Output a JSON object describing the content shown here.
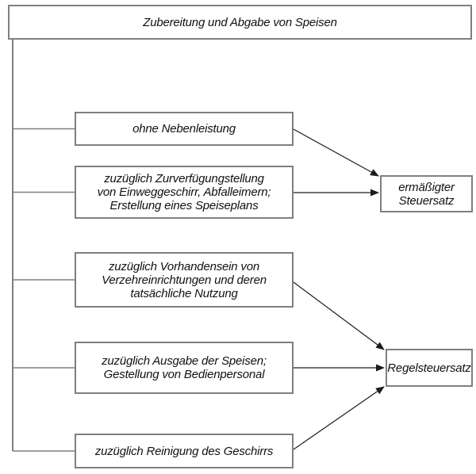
{
  "diagram": {
    "title": "Zubereitung und Abgabe von Speisen",
    "nodes": {
      "root": {
        "lines": [
          "Zubereitung und Abgabe von Speisen"
        ]
      },
      "branch1": {
        "lines": [
          "ohne Nebenleistung"
        ]
      },
      "branch2": {
        "lines": [
          "zuzüglich Zurverfügungstellung",
          "von Einweggeschirr, Abfalleimern;",
          "Erstellung eines Speiseplans"
        ]
      },
      "branch3": {
        "lines": [
          "zuzüglich Vorhandensein von",
          "Verzehreinrichtungen und deren",
          "tatsächliche Nutzung"
        ]
      },
      "branch4": {
        "lines": [
          "zuzüglich Ausgabe der Speisen;",
          "Gestellung von Bedienpersonal"
        ]
      },
      "branch5": {
        "lines": [
          "zuzüglich Reinigung des Geschirrs"
        ]
      },
      "outcome_reduced": {
        "lines": [
          "ermäßigter",
          "Steuersatz"
        ]
      },
      "outcome_regular": {
        "lines": [
          "Regelsteuersatz"
        ]
      }
    },
    "edges": [
      {
        "from": "Zubereitung und Abgabe von Speisen",
        "to": "ohne Nebenleistung"
      },
      {
        "from": "Zubereitung und Abgabe von Speisen",
        "to": "zuzüglich Zurverfügungstellung von Einweggeschirr, Abfalleimern; Erstellung eines Speiseplans"
      },
      {
        "from": "Zubereitung und Abgabe von Speisen",
        "to": "zuzüglich Vorhandensein von Verzehreinrichtungen und deren tatsächliche Nutzung"
      },
      {
        "from": "Zubereitung und Abgabe von Speisen",
        "to": "zuzüglich Ausgabe der Speisen; Gestellung von Bedienpersonal"
      },
      {
        "from": "Zubereitung und Abgabe von Speisen",
        "to": "zuzüglich Reinigung des Geschirrs"
      },
      {
        "from": "ohne Nebenleistung",
        "to": "ermäßigter Steuersatz"
      },
      {
        "from": "zuzüglich Zurverfügungstellung von Einweggeschirr, Abfalleimern; Erstellung eines Speiseplans",
        "to": "ermäßigter Steuersatz"
      },
      {
        "from": "zuzüglich Vorhandensein von Verzehreinrichtungen und deren tatsächliche Nutzung",
        "to": "Regelsteuersatz"
      },
      {
        "from": "zuzüglich Ausgabe der Speisen; Gestellung von Bedienpersonal",
        "to": "Regelsteuersatz"
      },
      {
        "from": "zuzüglich Reinigung des Geschirrs",
        "to": "Regelsteuersatz"
      }
    ],
    "colors": {
      "bg": "#ffffff",
      "border": "#7f7f7f",
      "line": "#7f7f7f",
      "arrow": "#1c1c1c",
      "text": "#111111"
    }
  }
}
